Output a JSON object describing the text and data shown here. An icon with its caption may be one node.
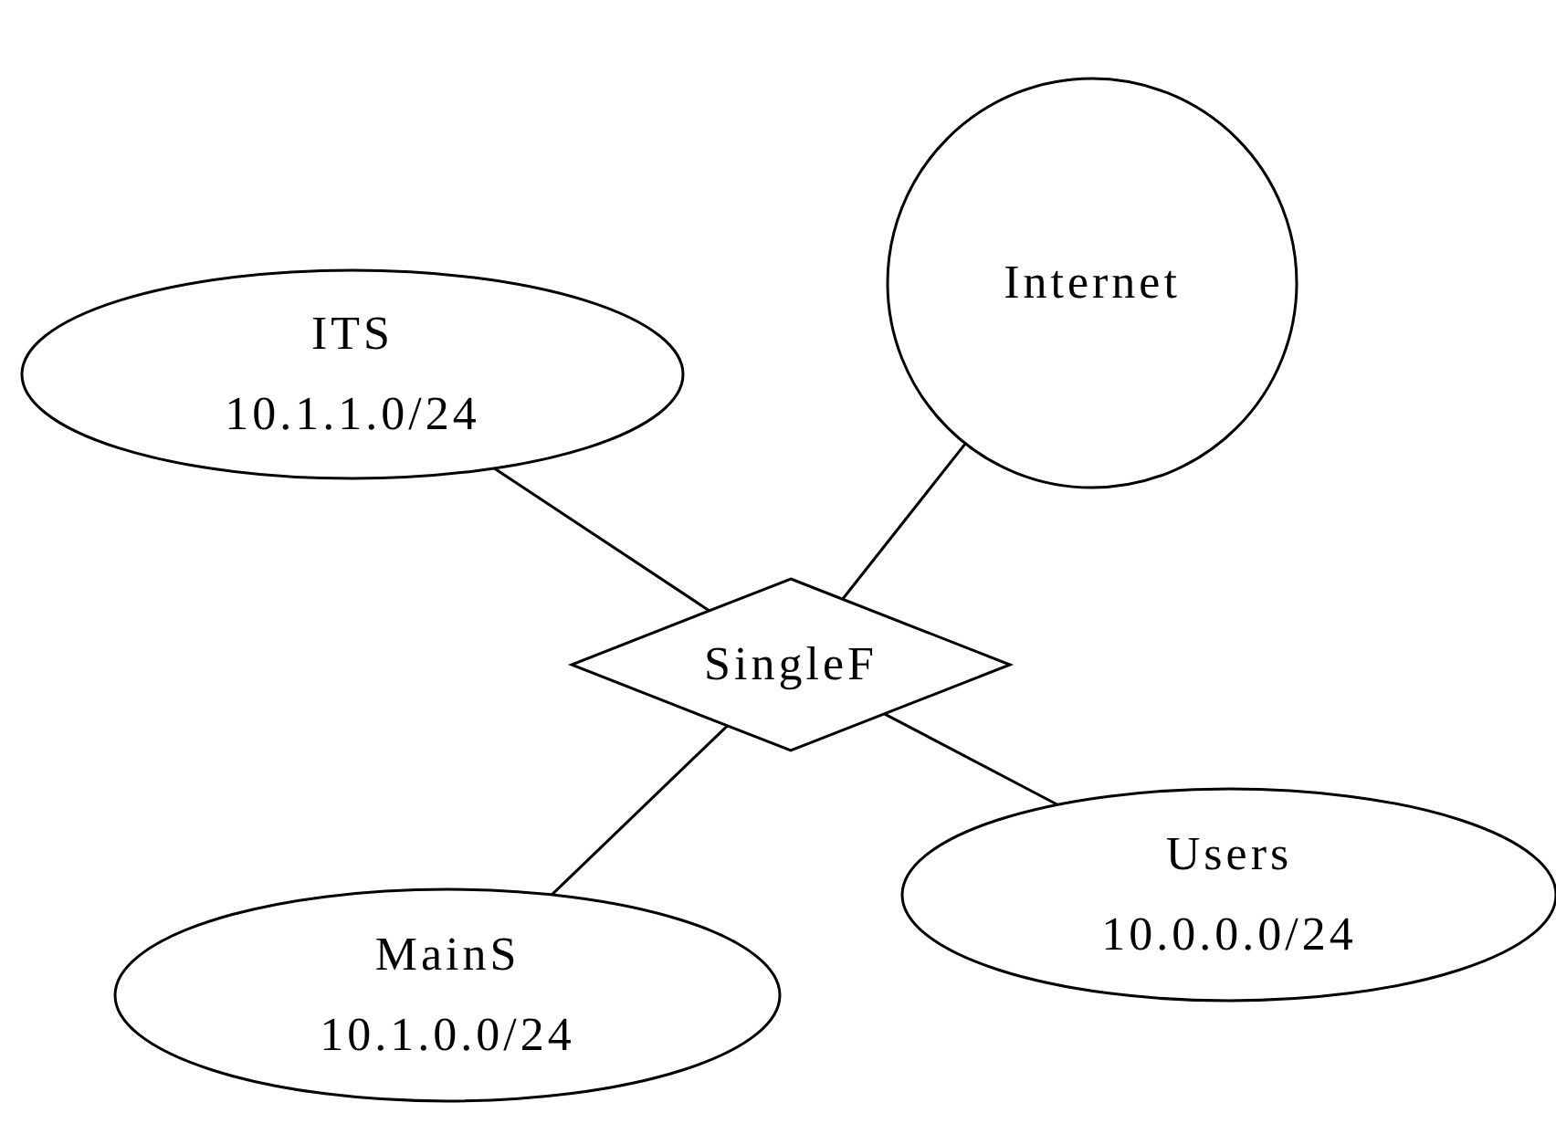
{
  "diagram": {
    "nodes": [
      {
        "text": [
          "Internet"
        ]
      },
      {
        "text": [
          "ITS",
          "10.1.1.0/24"
        ]
      },
      {
        "text": [
          "SingleF"
        ]
      },
      {
        "text": [
          "Users",
          "10.0.0.0/24"
        ]
      },
      {
        "text": [
          "MainS",
          "10.1.0.0/24"
        ]
      }
    ],
    "edges": [
      {
        "from": 1,
        "to": 2,
        "arrow": "none"
      },
      {
        "from": 0,
        "to": 2,
        "arrow": "none"
      },
      {
        "from": 2,
        "to": 3,
        "arrow": "none"
      },
      {
        "from": 2,
        "to": 4,
        "arrow": "none"
      }
    ]
  }
}
